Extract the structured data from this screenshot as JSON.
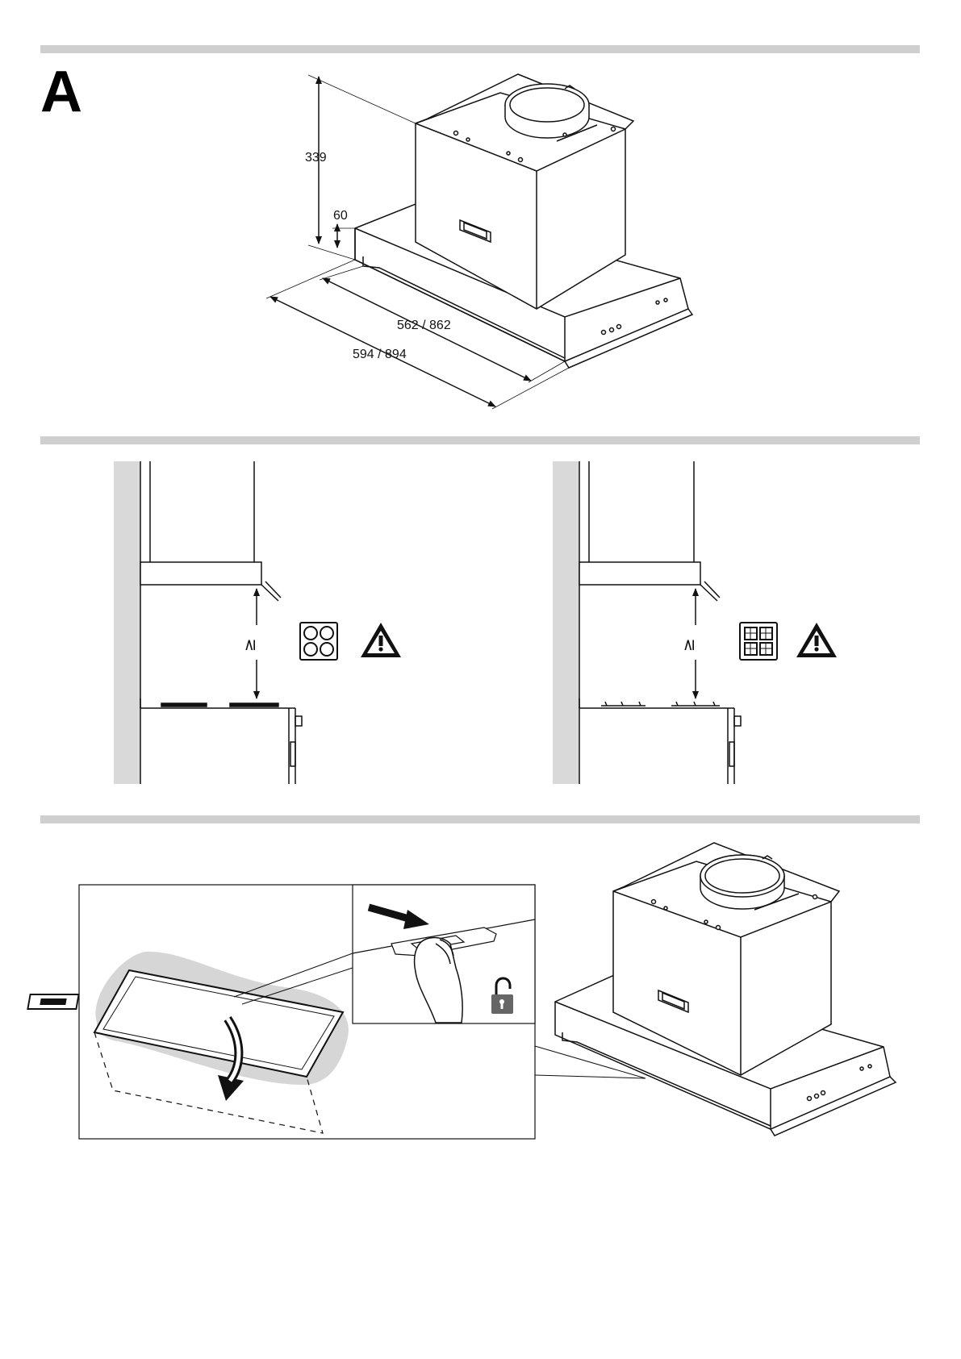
{
  "header": {
    "section_label": "A"
  },
  "dimensions": {
    "height": "339",
    "canopy_height": "60",
    "inner_width": "562 / 862",
    "outer_width": "594 / 894"
  },
  "clearance": {
    "electric_symbol": "≥",
    "gas_symbol": "≥"
  },
  "icons": [
    "warning-icon",
    "electric-hob-icon",
    "gas-hob-icon",
    "unlock-icon",
    "hand-icon",
    "arrow-icon"
  ],
  "colors": {
    "divider": "#cfcfcf",
    "wall": "#d9d9d9",
    "filter_shadow": "#d6d6d6"
  }
}
